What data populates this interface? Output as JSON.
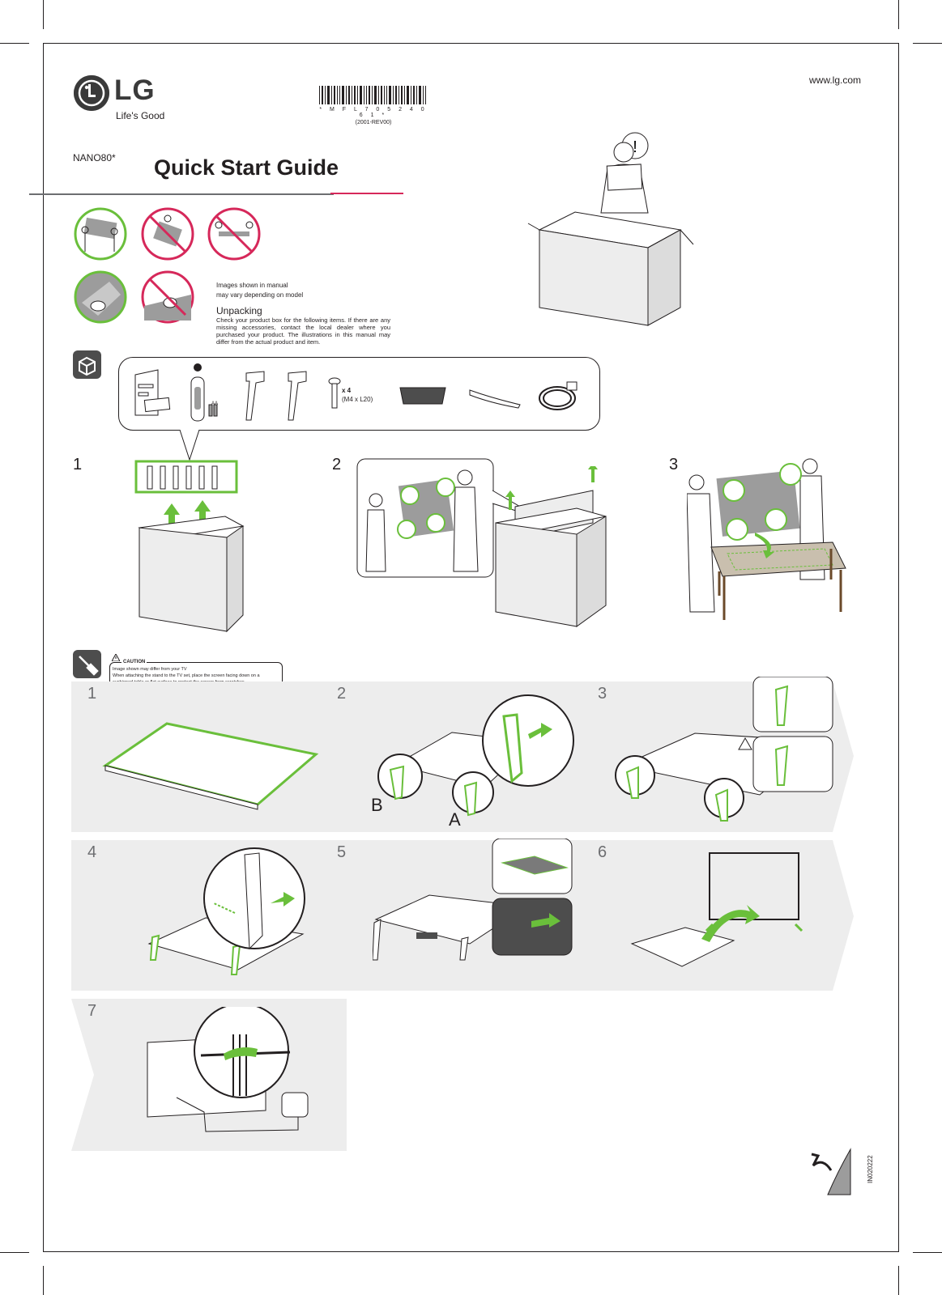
{
  "header": {
    "logo_text": "LG",
    "tagline": "Life's Good",
    "url": "www.lg.com",
    "model": "NANO80*",
    "title": "Quick Start Guide",
    "barcode_number": "* M F L 7 0 5 2 4 0 6 1 *",
    "barcode_revision": "(2001-REV00)"
  },
  "unpacking": {
    "note": [
      "Images shown in manual",
      "may vary depending on model"
    ],
    "heading": "Unpacking",
    "body": "Check your product box for the following items. If there are any missing accessories, contact the local dealer where you purchased your product. The illustrations in this manual may differ from the actual product and item."
  },
  "accessories": {
    "battery_label": "AA",
    "screw_count": "x 4",
    "screw_spec": "(M4 x L20)"
  },
  "unbox_steps": [
    "1",
    "2",
    "3"
  ],
  "caution": {
    "title": "CAUTION",
    "line1": "Image shown may differ from your TV",
    "line2": "When attaching the stand to the TV set, place the screen facing down on a cushioned table or flat surface to protect the screen from scratches."
  },
  "assembly_steps": [
    "1",
    "2",
    "3",
    "4",
    "5",
    "6",
    "7"
  ],
  "stand_labels": {
    "b": "B",
    "a": "A"
  },
  "footer_code": "IN020222",
  "colors": {
    "accent_green": "#6abf3b",
    "prohibit_red": "#d6285a",
    "band_gray": "#ededed"
  }
}
